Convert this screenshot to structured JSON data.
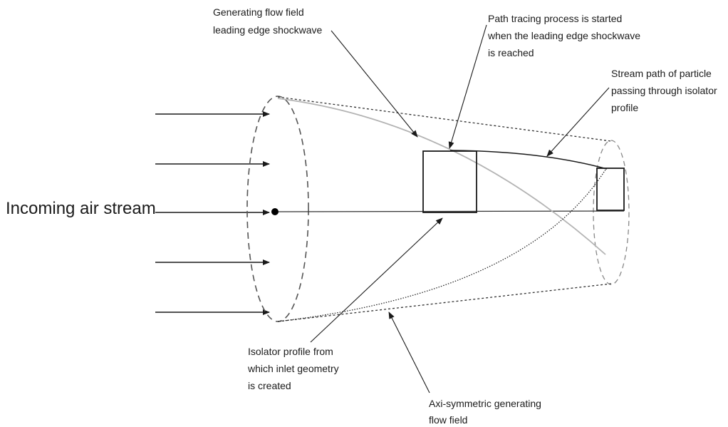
{
  "labels": {
    "incoming": "Incoming air stream",
    "generating": [
      "Generating flow field",
      "leading edge shockwave"
    ],
    "path_tracing": [
      "Path tracing process is started",
      "when the leading edge shockwave",
      "is reached"
    ],
    "stream_path": [
      "Stream path of particle",
      "passing through isolator",
      "profile"
    ],
    "isolator_profile": [
      "Isolator profile from",
      "which inlet geometry",
      "is created"
    ],
    "axisymmetric": [
      "Axi-symmetric generating",
      "flow field"
    ]
  },
  "colors": {
    "line": "#1a1a1a",
    "shock": "#b3b3b3",
    "background": "#ffffff"
  }
}
